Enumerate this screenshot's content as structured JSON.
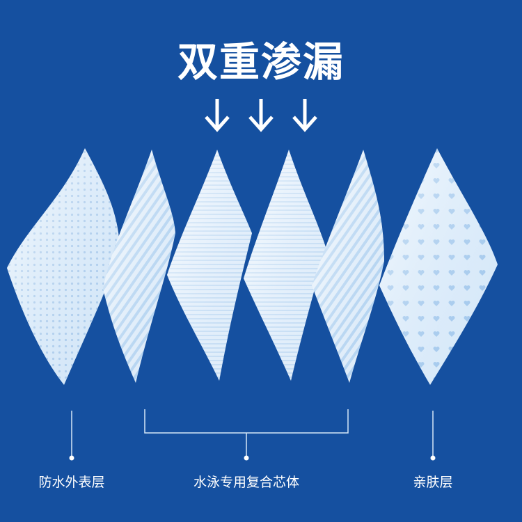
{
  "title": "双重渗漏",
  "labels": {
    "outer": "防水外表层",
    "core": "水泳专用复合芯体",
    "skin": "亲肤层"
  },
  "arrow_count": 3,
  "colors": {
    "background": "#1550a0",
    "sheet_light": "#e8f3fc",
    "sheet_mid": "#bcd9f3",
    "line": "#d7e7f7"
  }
}
